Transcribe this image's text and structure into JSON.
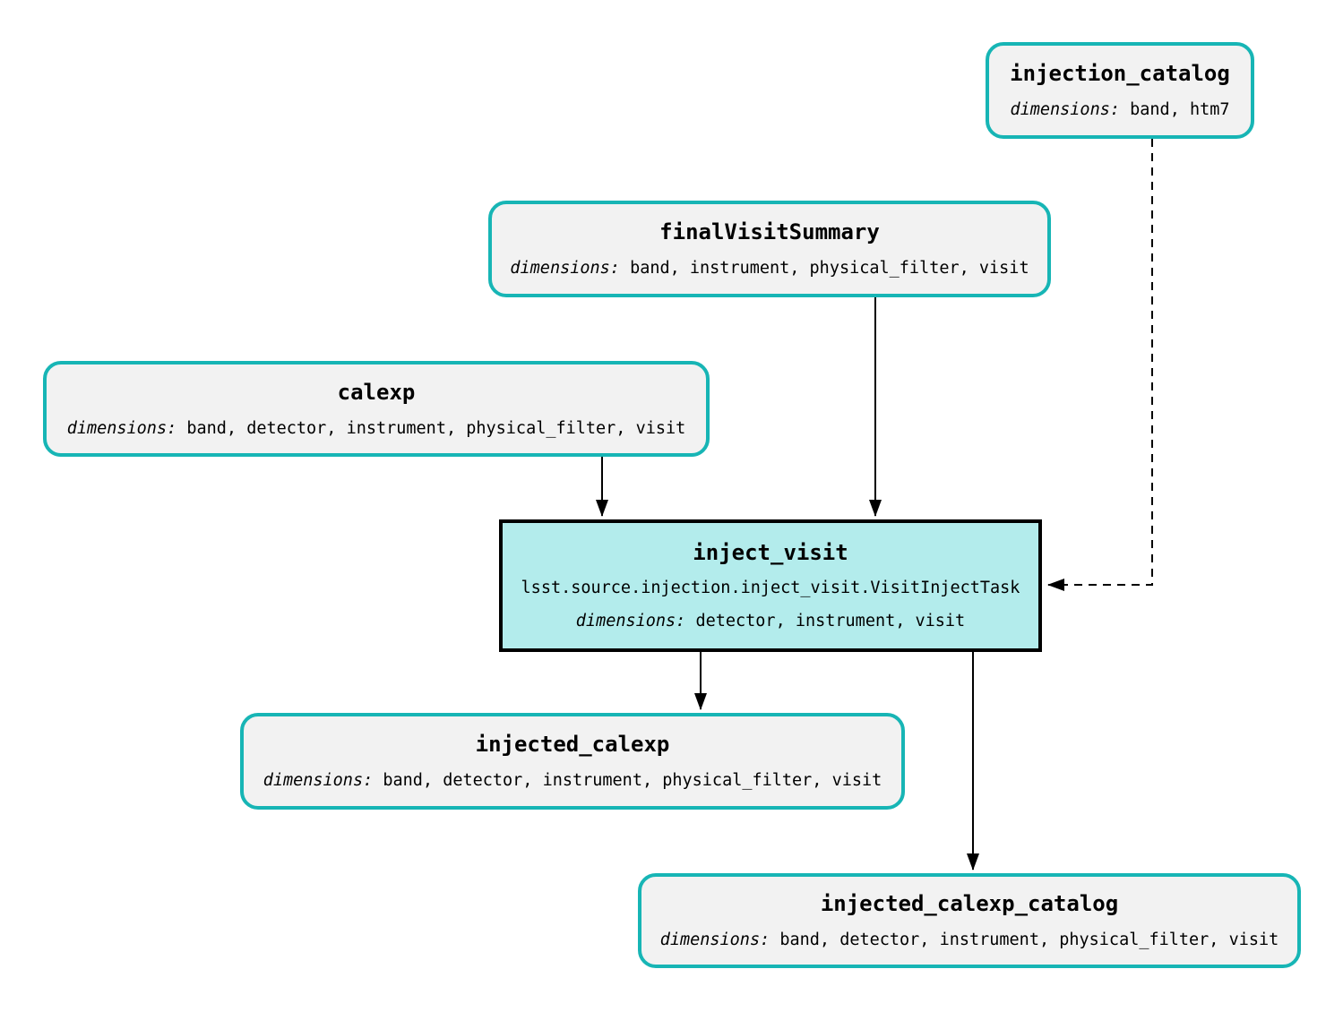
{
  "diagram": {
    "type": "pipeline-task-graph",
    "colors": {
      "background": "#ffffff",
      "artifact_border": "#17b5b5",
      "artifact_fill": "#f2f2f2",
      "task_border": "#000000",
      "task_fill": "#b3ecec",
      "edge": "#000000"
    },
    "labels": {
      "dimensions_prefix": "dimensions:"
    },
    "nodes": {
      "injection_catalog": {
        "title": "injection_catalog",
        "dimensions": "band, htm7"
      },
      "finalVisitSummary": {
        "title": "finalVisitSummary",
        "dimensions": "band, instrument, physical_filter, visit"
      },
      "calexp": {
        "title": "calexp",
        "dimensions": "band, detector, instrument, physical_filter, visit"
      },
      "inject_visit": {
        "title": "inject_visit",
        "task_class": "lsst.source.injection.inject_visit.VisitInjectTask",
        "dimensions": "detector, instrument, visit"
      },
      "injected_calexp": {
        "title": "injected_calexp",
        "dimensions": "band, detector, instrument, physical_filter, visit"
      },
      "injected_calexp_catalog": {
        "title": "injected_calexp_catalog",
        "dimensions": "band, detector, instrument, physical_filter, visit"
      }
    },
    "edges": [
      {
        "from": "calexp",
        "to": "inject_visit",
        "style": "solid"
      },
      {
        "from": "finalVisitSummary",
        "to": "inject_visit",
        "style": "solid"
      },
      {
        "from": "injection_catalog",
        "to": "inject_visit",
        "style": "dashed"
      },
      {
        "from": "inject_visit",
        "to": "injected_calexp",
        "style": "solid"
      },
      {
        "from": "inject_visit",
        "to": "injected_calexp_catalog",
        "style": "solid"
      }
    ]
  }
}
